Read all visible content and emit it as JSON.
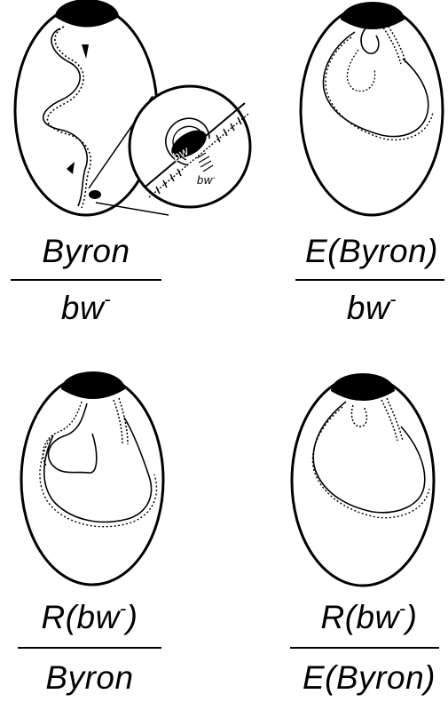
{
  "panels": [
    {
      "id": "top-left",
      "numerator": "Byron",
      "denominator": "bw",
      "denominator_sup": "-"
    },
    {
      "id": "top-right",
      "numerator": "E(Byron)",
      "denominator": "bw",
      "denominator_sup": "-"
    },
    {
      "id": "bottom-left",
      "numerator_a": "R(bw",
      "numerator_sup": "-",
      "numerator_b": ")",
      "denominator": "Byron"
    },
    {
      "id": "bottom-right",
      "numerator_a": "R(bw",
      "numerator_sup": "-",
      "numerator_b": ")",
      "denominator": "E(Byron)"
    }
  ],
  "inset": {
    "label_upper": "bw",
    "label_lower": "bw",
    "label_lower_sup": "-"
  },
  "colors": {
    "ink": "#000000",
    "background": "#ffffff"
  }
}
